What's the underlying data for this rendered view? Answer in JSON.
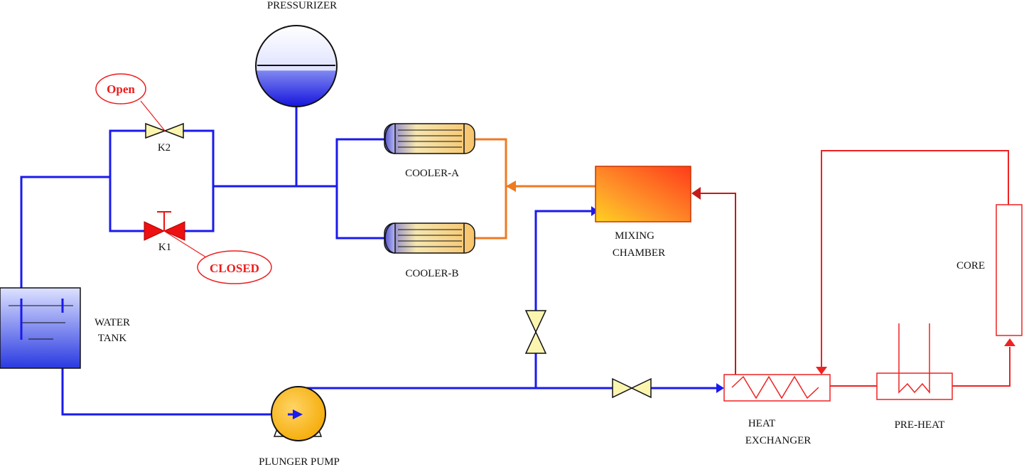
{
  "labels": {
    "pressurizer": "PRESSURIZER",
    "k2": "K2",
    "k1": "K1",
    "k2_state": "Open",
    "k1_state": "CLOSED",
    "cooler_a": "COOLER-A",
    "cooler_b": "COOLER-B",
    "mixing_chamber_line1": "MIXING",
    "mixing_chamber_line2": "CHAMBER",
    "water_tank_line1": "WATER",
    "water_tank_line2": "TANK",
    "core": "CORE",
    "heat_exchanger_line1": "HEAT",
    "heat_exchanger_line2": "EXCHANGER",
    "pre_heat": "PRE-HEAT",
    "plunger_pump": "PLUNGER  PUMP"
  },
  "colors": {
    "cold_pipe": "#1a1aee",
    "hot_pipe": "#ee2222",
    "warm_pipe": "#ee7a22",
    "dark_red_pipe": "#c41a1a",
    "valve_yellow": "#fbf5b0",
    "valve_closed": "#ee1111",
    "status_red": "#ee1c1c"
  }
}
